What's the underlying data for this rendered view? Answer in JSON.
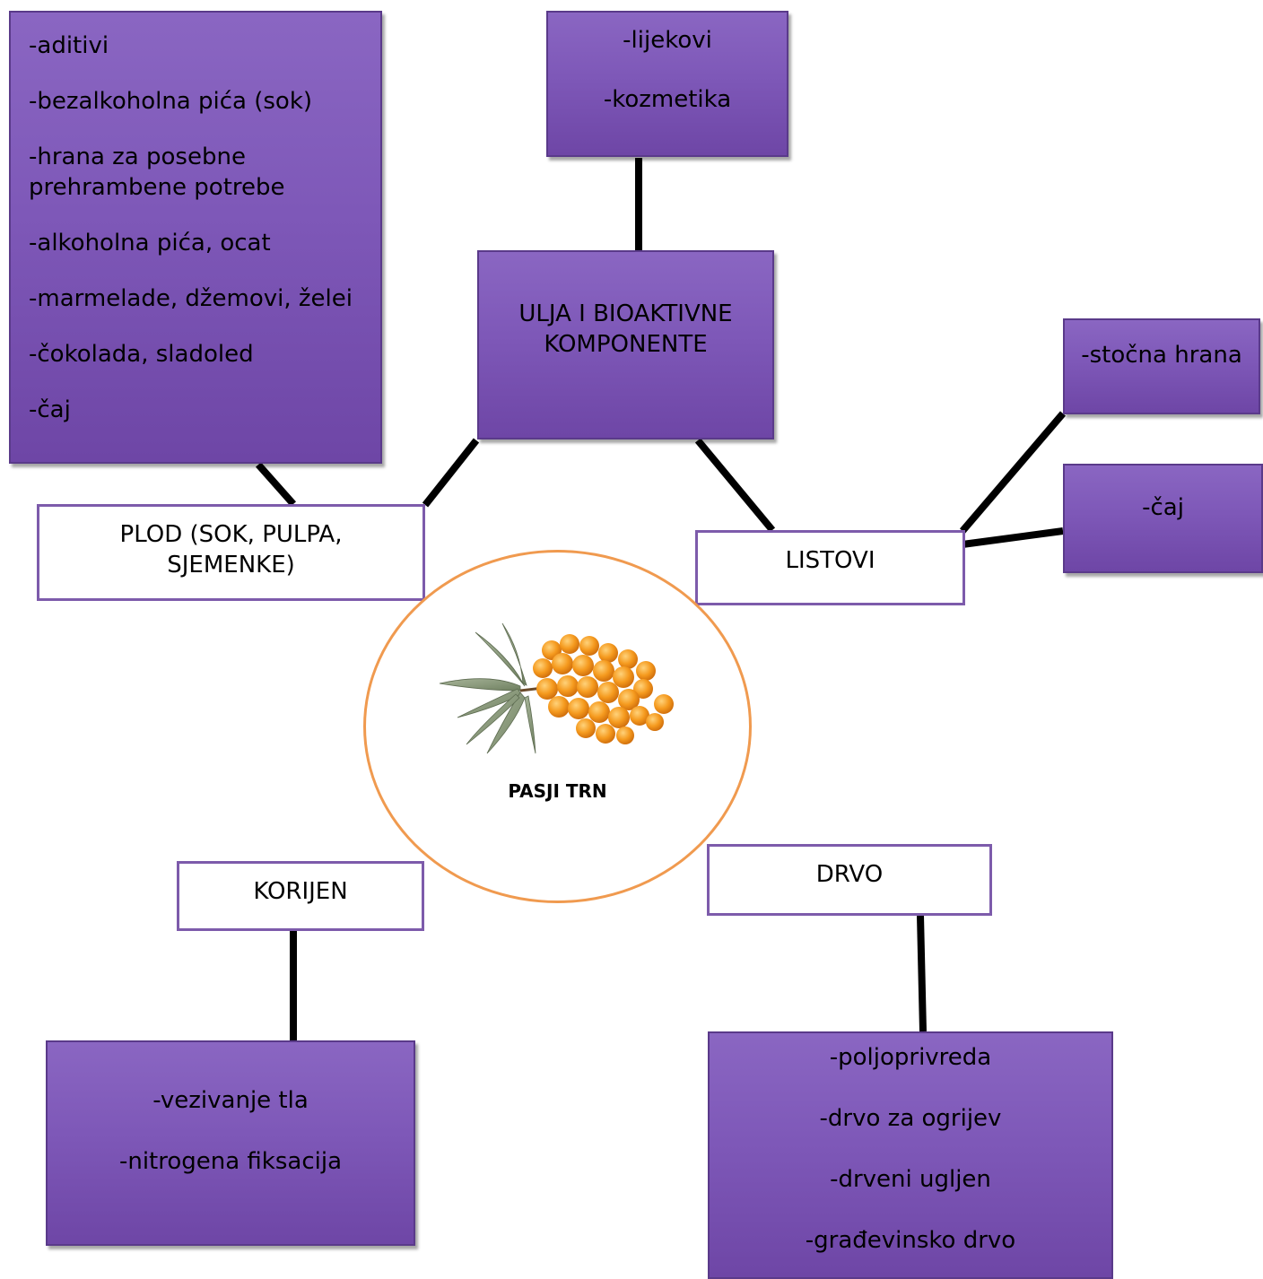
{
  "center": {
    "title": "PASJI TRN",
    "image": "sea-buckthorn-berries-illustration"
  },
  "categories": {
    "plod": "PLOD (SOK, PULPA, SJEMENKE)",
    "ulja": "ULJA I BIOAKTIVNE KOMPONENTE",
    "listovi": "LISTOVI",
    "korijen": "KORIJEN",
    "drvo": "DRVO"
  },
  "uses": {
    "plod": [
      "-aditivi",
      "-bezalkoholna pića (sok)",
      "-hrana za posebne prehrambene potrebe",
      "-alkoholna pića, ocat",
      "-marmelade, džemovi, želei",
      "-čokolada, sladoled",
      "-čaj"
    ],
    "ulja": [
      "-lijekovi",
      "-kozmetika"
    ],
    "listovi_hrana": "-stočna hrana",
    "listovi_caj": "-čaj",
    "korijen": [
      "-vezivanje tla",
      "-nitrogena fiksacija"
    ],
    "drvo": [
      "-poljoprivreda",
      "-drvo za ogrijev",
      "-drveni ugljen",
      "-građevinsko drvo"
    ]
  },
  "colors": {
    "purple_box": "#7e58b8",
    "white_box_border": "#7d5bab",
    "circle_border": "#f09a4f",
    "connector": "#000000"
  }
}
